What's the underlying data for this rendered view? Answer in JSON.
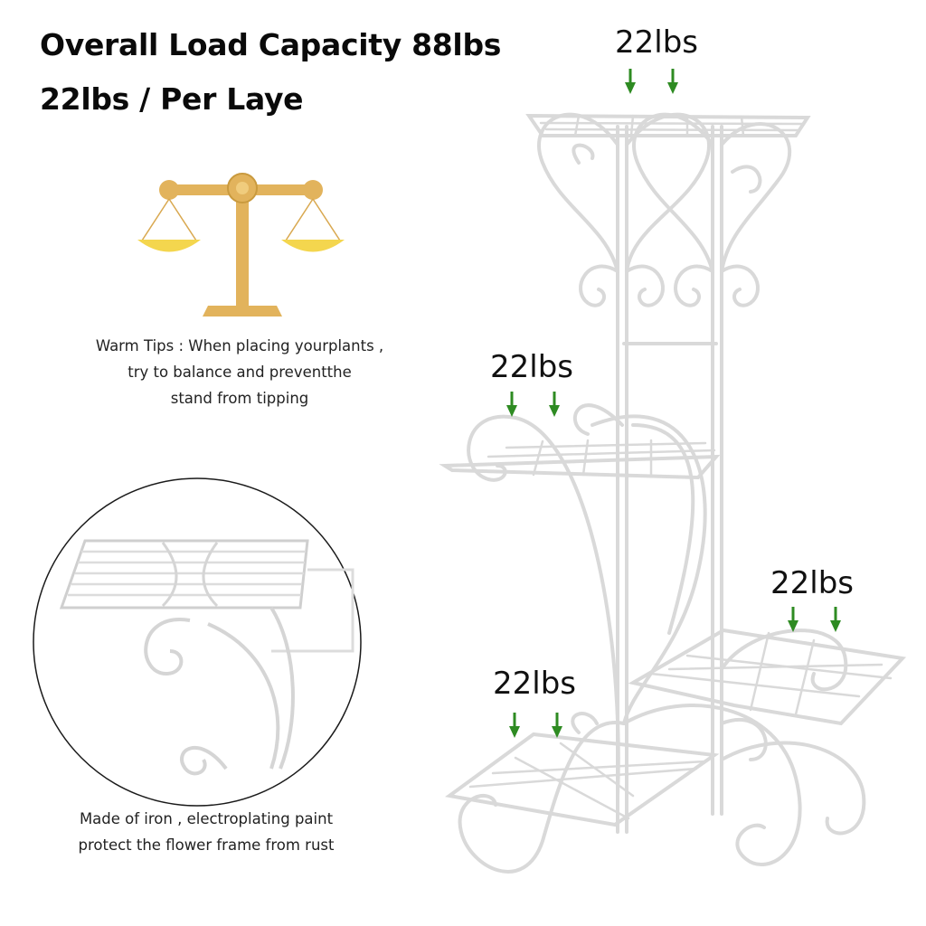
{
  "headline": {
    "line1": "Overall Load Capacity 88lbs",
    "line2": "22lbs / Per Laye"
  },
  "loads": [
    "22lbs",
    "22lbs",
    "22lbs",
    "22lbs"
  ],
  "tips": {
    "line1": "Warm Tips : When placing yourplants ,",
    "line2": "try to balance and preventthe",
    "line3": "stand from tipping"
  },
  "material": {
    "line1": "Made of iron , electroplating paint",
    "line2": "protect the flower frame from rust"
  },
  "colors": {
    "arrow": "#2e8b22",
    "scale_gold": "#e2b35c",
    "pan_yellow": "#f4d64e",
    "frame": "#d9d9d9"
  },
  "icons": [
    "balance-scale-icon",
    "down-arrow-icon"
  ]
}
